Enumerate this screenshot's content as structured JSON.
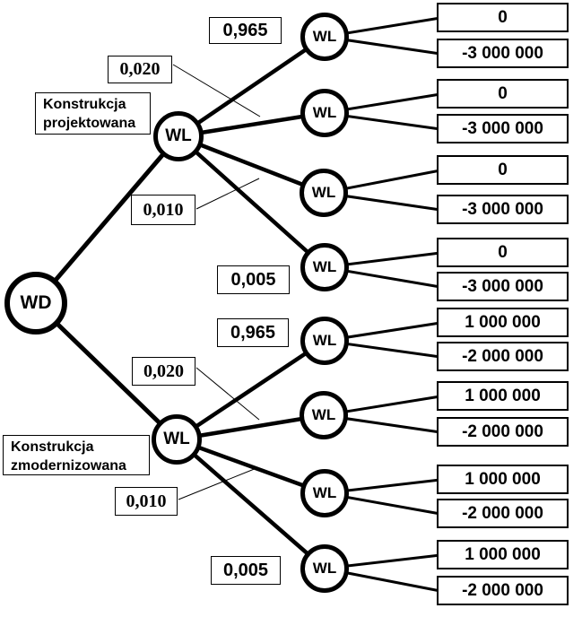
{
  "root": {
    "label": "WD"
  },
  "branches": [
    {
      "label": "Konstrukcja projektowana",
      "node": "WL",
      "probabilities": [
        "0,965",
        "0,020",
        "0,010",
        "0,005"
      ],
      "outcomes": [
        {
          "node": "WL",
          "payoffs": [
            "0",
            "-3 000 000"
          ]
        },
        {
          "node": "WL",
          "payoffs": [
            "0",
            "-3 000 000"
          ]
        },
        {
          "node": "WL",
          "payoffs": [
            "0",
            "-3 000 000"
          ]
        },
        {
          "node": "WL",
          "payoffs": [
            "0",
            "-3 000 000"
          ]
        }
      ]
    },
    {
      "label": "Konstrukcja zmodernizowana",
      "node": "WL",
      "probabilities": [
        "0,965",
        "0,020",
        "0,010",
        "0,005"
      ],
      "outcomes": [
        {
          "node": "WL",
          "payoffs": [
            "1 000 000",
            "-2 000 000"
          ]
        },
        {
          "node": "WL",
          "payoffs": [
            "1 000 000",
            "-2 000 000"
          ]
        },
        {
          "node": "WL",
          "payoffs": [
            "1 000 000",
            "-2 000 000"
          ]
        },
        {
          "node": "WL",
          "payoffs": [
            "1 000 000",
            "-2 000 000"
          ]
        }
      ]
    }
  ],
  "colors": {
    "line": "#000000",
    "background": "#ffffff"
  }
}
